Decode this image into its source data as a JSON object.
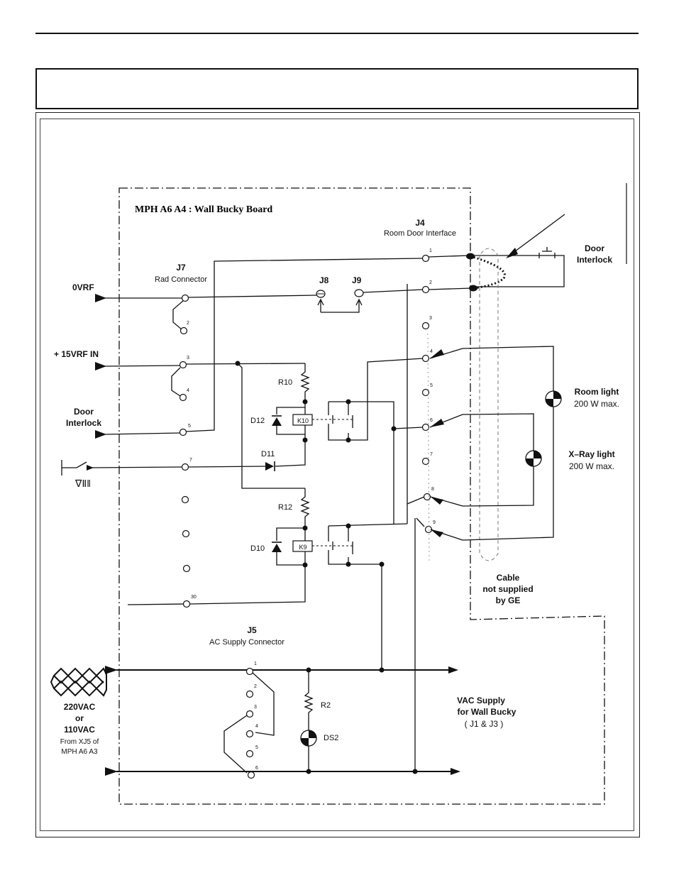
{
  "board_title": "MPH A6 A4 : Wall Bucky Board",
  "connectors": {
    "j4": {
      "name": "J4",
      "desc": "Room Door Interface"
    },
    "j7": {
      "name": "J7",
      "desc": "Rad Connector"
    },
    "j5": {
      "name": "J5",
      "desc": "AC Supply Connector"
    },
    "j8": "J8",
    "j9": "J9"
  },
  "signals": {
    "ovrf": "0VRF",
    "vrf15": "+ 15VRF IN",
    "door_interlock_in_1": "Door",
    "door_interlock_in_2": "Interlock",
    "ac_in_1": "220VAC",
    "ac_in_2": "or",
    "ac_in_3": "110VAC",
    "ac_in_4": "From XJ5 of",
    "ac_in_5": "MPH A6 A3"
  },
  "components": {
    "r10": "R10",
    "r12": "R12",
    "r2": "R2",
    "d12": "D12",
    "d11": "D11",
    "d10": "D10",
    "k10": "K10",
    "k9": "K9",
    "ds2": "DS2"
  },
  "external": {
    "door_interlock_1": "Door",
    "door_interlock_2": "Interlock",
    "room_light_1": "Room light",
    "room_light_2": "200 W max.",
    "xray_light_1": "X–Ray light",
    "xray_light_2": "200 W max.",
    "cable_1": "Cable",
    "cable_2": "not supplied",
    "cable_3": "by GE",
    "vac_1": "VAC Supply",
    "vac_2": "for Wall Bucky",
    "vac_3": "( J1 & J3 )"
  },
  "pins": {
    "j4": [
      "1",
      "2",
      "3",
      "4",
      "5",
      "6",
      "7",
      "8",
      "9"
    ],
    "j7": [
      "2",
      "3",
      "4",
      "5",
      "7",
      "30"
    ],
    "j5": [
      "1",
      "2",
      "3",
      "4",
      "5",
      "6"
    ]
  }
}
